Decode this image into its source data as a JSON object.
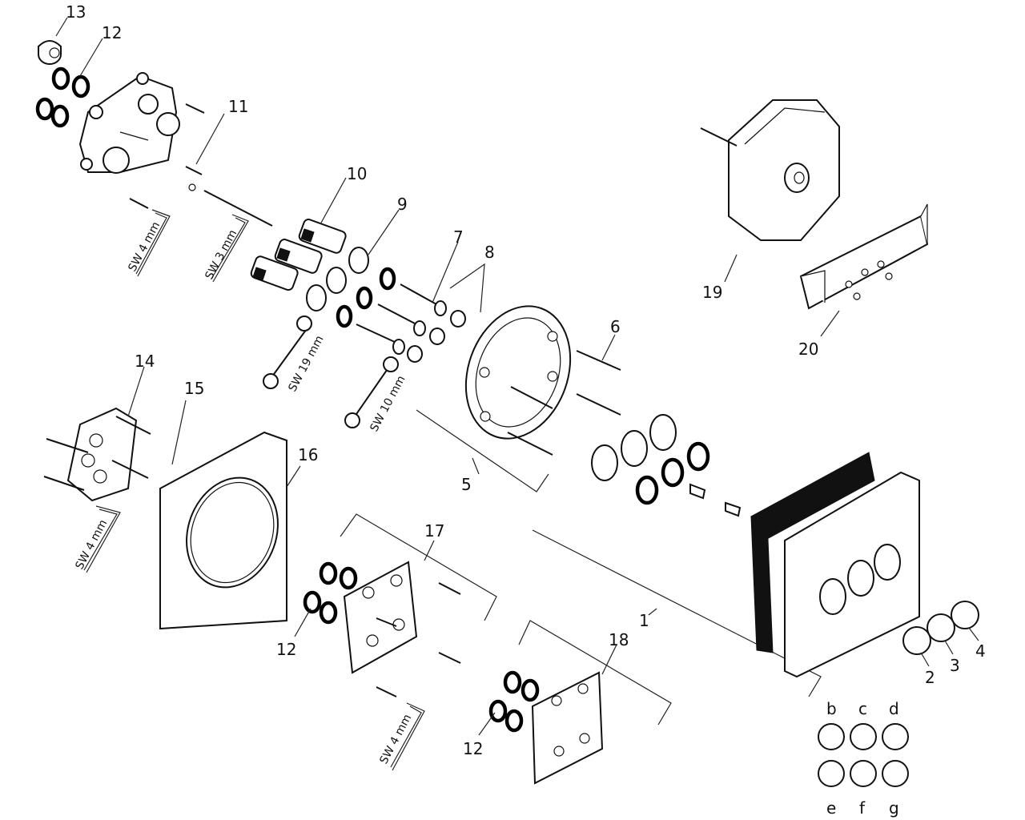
{
  "callouts": [
    {
      "label": "13"
    },
    {
      "label": "12"
    },
    {
      "label": "11"
    },
    {
      "label": "10"
    },
    {
      "label": "9"
    },
    {
      "label": "7"
    },
    {
      "label": "8"
    },
    {
      "label": "6"
    },
    {
      "label": "5"
    },
    {
      "label": "14"
    },
    {
      "label": "15"
    },
    {
      "label": "16"
    },
    {
      "label": "17"
    },
    {
      "label": "12"
    },
    {
      "label": "18"
    },
    {
      "label": "12"
    },
    {
      "label": "1"
    },
    {
      "label": "2"
    },
    {
      "label": "3"
    },
    {
      "label": "4"
    },
    {
      "label": "19"
    },
    {
      "label": "20"
    }
  ],
  "tool_labels": [
    {
      "label": "SW 4 mm"
    },
    {
      "label": "SW 3 mm"
    },
    {
      "label": "SW 19 mm"
    },
    {
      "label": "SW 10 mm"
    },
    {
      "label": "SW 4 mm"
    },
    {
      "label": "SW 4 mm"
    }
  ],
  "button_variants": {
    "top": [
      "b",
      "c",
      "d"
    ],
    "bottom": [
      "e",
      "f",
      "g"
    ]
  }
}
